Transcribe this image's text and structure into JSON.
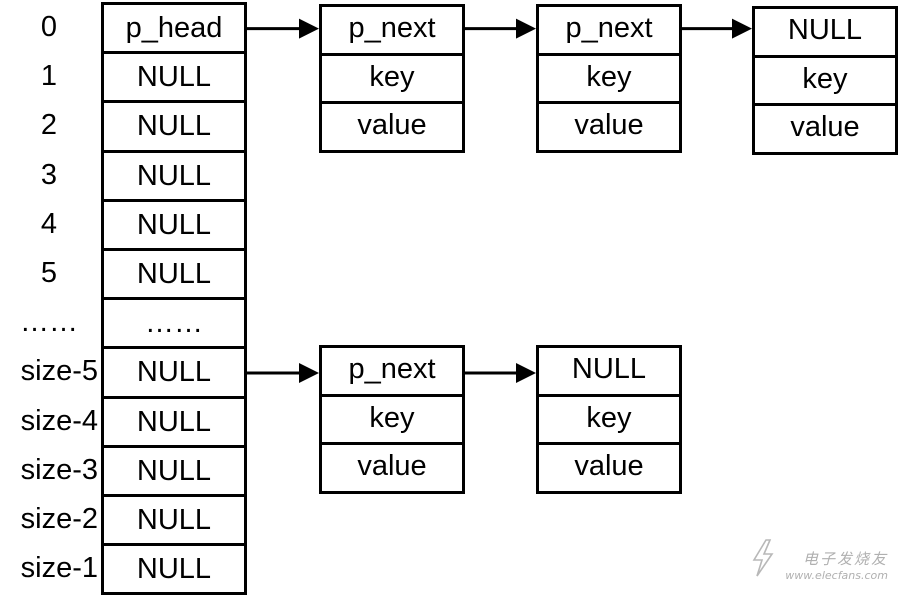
{
  "array": {
    "labels": [
      "0",
      "1",
      "2",
      "3",
      "4",
      "5",
      "……",
      "size-5",
      "size-4",
      "size-3",
      "size-2",
      "size-1"
    ],
    "cells": [
      "p_head",
      "NULL",
      "NULL",
      "NULL",
      "NULL",
      "NULL",
      "……",
      "NULL",
      "NULL",
      "NULL",
      "NULL",
      "NULL"
    ]
  },
  "chains": [
    {
      "from_slot": "0",
      "nodes": [
        {
          "fields": [
            "p_next",
            "key",
            "value"
          ]
        },
        {
          "fields": [
            "p_next",
            "key",
            "value"
          ]
        },
        {
          "fields": [
            "NULL",
            "key",
            "value"
          ]
        }
      ]
    },
    {
      "from_slot": "size-5",
      "nodes": [
        {
          "fields": [
            "p_next",
            "key",
            "value"
          ]
        },
        {
          "fields": [
            "NULL",
            "key",
            "value"
          ]
        }
      ]
    }
  ],
  "watermark": {
    "logo_icon": "lightning-logo-icon",
    "text_cn": "电子发烧友",
    "text_url": "www.elecfans.com"
  },
  "colors": {
    "line": "#000000",
    "background": "#ffffff",
    "watermark": "#b0b0b0"
  }
}
